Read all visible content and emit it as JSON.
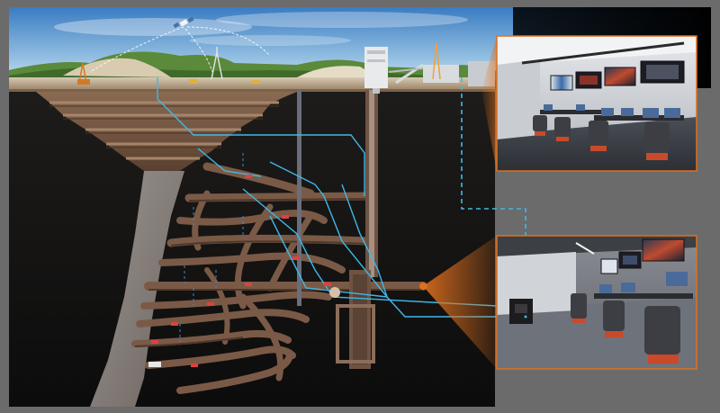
{
  "scene": {
    "colors": {
      "frame": "#6b6b6b",
      "sky_top": "#3d7fc4",
      "sky_bottom": "#cfe3f2",
      "underground": "#161616",
      "rock": "#6a5040",
      "rock_dark": "#3e2c22",
      "rock_light": "#8f7260",
      "network_cable": "#3fb8e8",
      "callout_border": "#e0701e",
      "callout_glow": "#c85a14",
      "panel_floor": "#5a5e66",
      "screen_glow": "#c44a2a"
    },
    "icons": {
      "satellite": "satellite-icon",
      "headframe": "headframe-tower-icon",
      "radio_tower": "radio-tower-icon",
      "operator_chair": "operator-chair-icon",
      "monitor": "monitor-icon",
      "network_cabinet": "network-cabinet-icon",
      "mining_vehicle": "mining-vehicle-icon"
    },
    "surface_control_room": {
      "wall_screens": 4,
      "operator_stations": 4
    },
    "underground_control_room": {
      "wall_screens": 3,
      "operator_stations": 3
    },
    "underground_levels": 9
  }
}
